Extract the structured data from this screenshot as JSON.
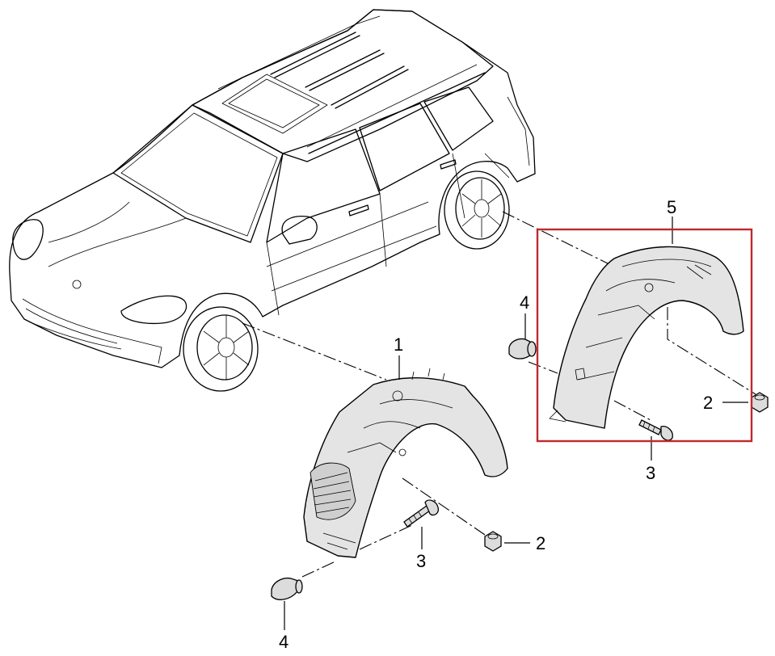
{
  "diagram": {
    "highlight_color": "#c0282d",
    "callouts": {
      "c1": "1",
      "c2a": "2",
      "c2b": "2",
      "c3a": "3",
      "c3b": "3",
      "c4a": "4",
      "c4b": "4",
      "c5": "5"
    }
  }
}
